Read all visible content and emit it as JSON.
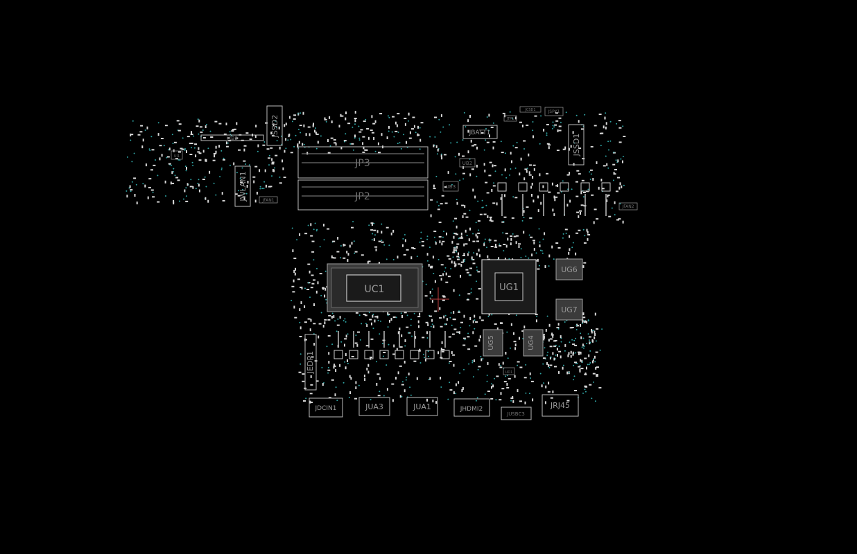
{
  "labels": {
    "jkb2": "JKB2",
    "jssd2": "JSSD2",
    "jwlan1": "JWLAN1",
    "jp3": "JP3",
    "jp2": "JP2",
    "jbatt1": "JBATT1",
    "jssd1": "JSSD1",
    "ub2": "UB2",
    "ub3": "UB3",
    "uc1": "UC1",
    "ug1": "UG1",
    "ug6": "UG6",
    "ug7": "UG7",
    "ug5": "UG5",
    "ug4": "UG4",
    "jedp1": "JEDP1",
    "jdcin1": "JDCIN1",
    "jua3": "JUA3",
    "jua1": "JUA1",
    "jhdmi2": "JHDMI2",
    "jusbc3": "JUSBC3",
    "jrj45": "JRJ45",
    "jspk1": "JSPK1",
    "jfan1": "JFAN1",
    "jfan2": "JFAN2",
    "ui1": "UI1",
    "ud1": "UD1",
    "ucsd1": "JCSD1",
    "jtp1": "JTP1"
  },
  "colors": {
    "background": "#000000",
    "silkscreen": "#bdbdbd",
    "pads": "#d8d8d8",
    "vias": "#2fa3a3",
    "bga_fill": "#1c1c1c"
  }
}
